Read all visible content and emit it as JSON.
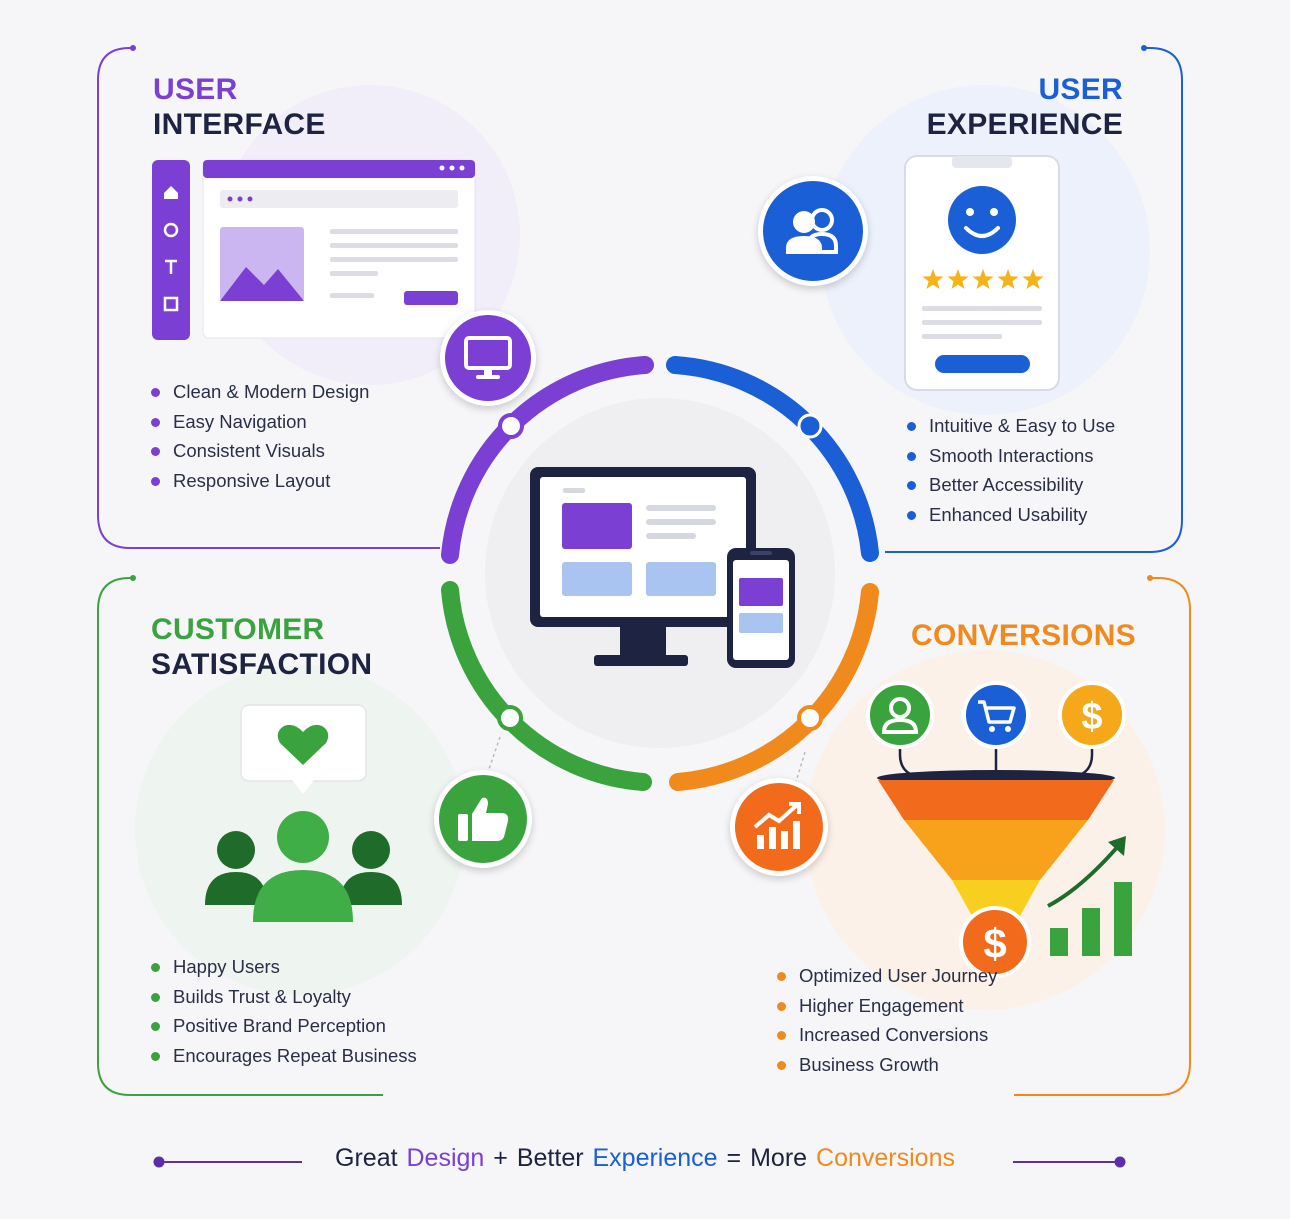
{
  "colors": {
    "purple": "#7b3fd3",
    "blue": "#1a5fd6",
    "green": "#3aa33e",
    "orange": "#f08a1c",
    "navy": "#1d2340"
  },
  "ui": {
    "title_accent": "USER",
    "title_main": "INTERFACE",
    "icon": "monitor-icon",
    "bullets": [
      "Clean & Modern Design",
      "Easy Navigation",
      "Consistent Visuals",
      "Responsive Layout"
    ]
  },
  "ux": {
    "title_accent": "USER",
    "title_main": "EXPERIENCE",
    "icon": "users-icon",
    "rating_stars": 5,
    "bullets": [
      "Intuitive & Easy to Use",
      "Smooth Interactions",
      "Better Accessibility",
      "Enhanced Usability"
    ]
  },
  "cs": {
    "title_accent": "CUSTOMER",
    "title_main": "SATISFACTION",
    "icon": "thumbs-up-icon",
    "bullets": [
      "Happy Users",
      "Builds Trust & Loyalty",
      "Positive Brand Perception",
      "Encourages Repeat Business"
    ]
  },
  "conv": {
    "title": "CONVERSIONS",
    "icon": "growth-chart-icon",
    "funnel_icons": [
      "user-icon",
      "cart-icon",
      "dollar-icon"
    ],
    "bullets": [
      "Optimized User Journey",
      "Higher Engagement",
      "Increased Conversions",
      "Business Growth"
    ]
  },
  "footer": {
    "w1": "Great",
    "w2": "Design",
    "w3": "+",
    "w4": "Better",
    "w5": "Experience",
    "w6": "=",
    "w7": "More",
    "w8": "Conversions"
  }
}
